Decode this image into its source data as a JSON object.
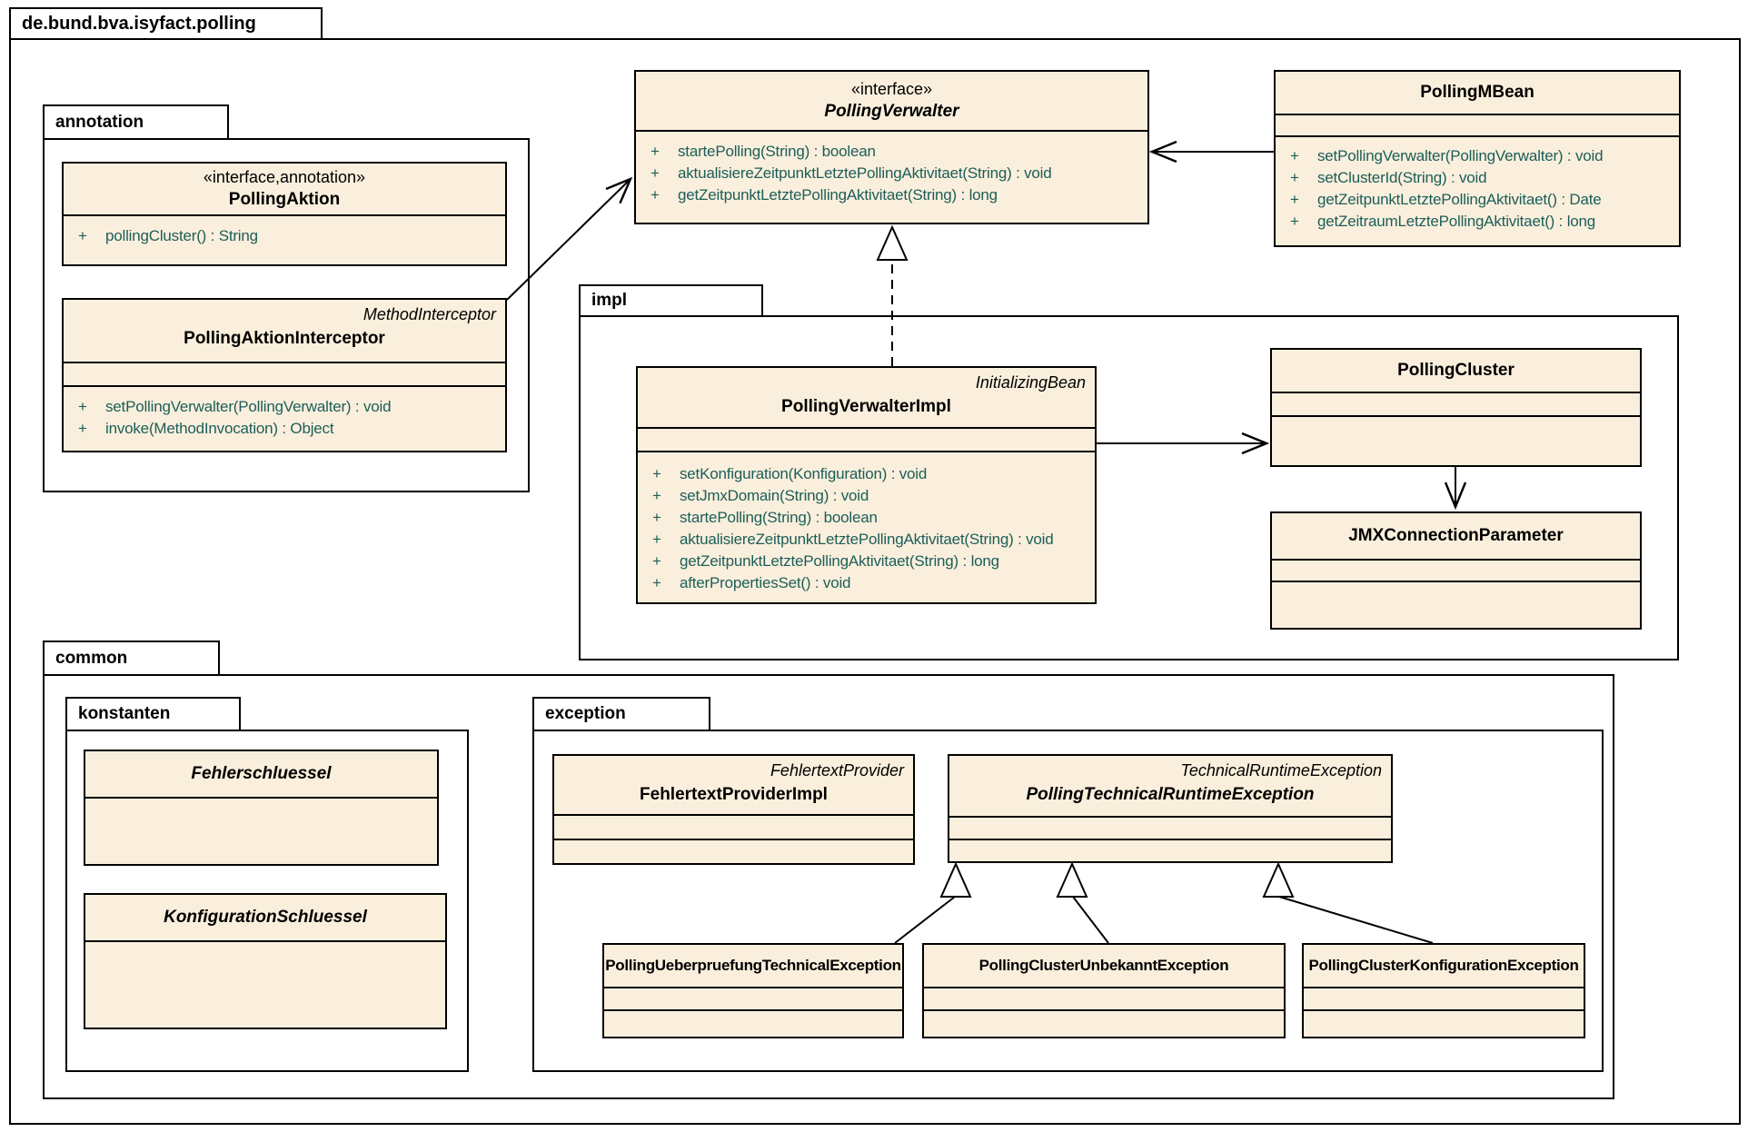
{
  "diagram": {
    "root_package": "de.bund.bva.isyfact.polling",
    "packages": {
      "annotation": "annotation",
      "impl": "impl",
      "common": "common",
      "konstanten": "konstanten",
      "exception": "exception"
    }
  },
  "classes": {
    "pollingVerwalter": {
      "stereotype": "«interface»",
      "name": "PollingVerwalter",
      "methods": [
        {
          "vis": "+",
          "sig": "startePolling(String) : boolean"
        },
        {
          "vis": "+",
          "sig": "aktualisiereZeitpunktLetztePollingAktivitaet(String) : void"
        },
        {
          "vis": "+",
          "sig": "getZeitpunktLetztePollingAktivitaet(String) : long"
        }
      ]
    },
    "pollingMBean": {
      "name": "PollingMBean",
      "methods": [
        {
          "vis": "+",
          "sig": "setPollingVerwalter(PollingVerwalter) : void"
        },
        {
          "vis": "+",
          "sig": "setClusterId(String) : void"
        },
        {
          "vis": "+",
          "sig": "getZeitpunktLetztePollingAktivitaet() : Date"
        },
        {
          "vis": "+",
          "sig": "getZeitraumLetztePollingAktivitaet() : long"
        }
      ]
    },
    "pollingAktion": {
      "stereotype": "«interface,annotation»",
      "name": "PollingAktion",
      "methods": [
        {
          "vis": "+",
          "sig": "pollingCluster() : String"
        }
      ]
    },
    "pollingAktionInterceptor": {
      "supertype": "MethodInterceptor",
      "name": "PollingAktionInterceptor",
      "methods": [
        {
          "vis": "+",
          "sig": "setPollingVerwalter(PollingVerwalter) : void"
        },
        {
          "vis": "+",
          "sig": "invoke(MethodInvocation) : Object"
        }
      ]
    },
    "pollingVerwalterImpl": {
      "supertype": "InitializingBean",
      "name": "PollingVerwalterImpl",
      "methods": [
        {
          "vis": "+",
          "sig": "setKonfiguration(Konfiguration) : void"
        },
        {
          "vis": "+",
          "sig": "setJmxDomain(String) : void"
        },
        {
          "vis": "+",
          "sig": "startePolling(String) : boolean"
        },
        {
          "vis": "+",
          "sig": "aktualisiereZeitpunktLetztePollingAktivitaet(String) : void"
        },
        {
          "vis": "+",
          "sig": "getZeitpunktLetztePollingAktivitaet(String) : long"
        },
        {
          "vis": "+",
          "sig": "afterPropertiesSet() : void"
        }
      ]
    },
    "pollingCluster": {
      "name": "PollingCluster"
    },
    "jmxConnectionParameter": {
      "name": "JMXConnectionParameter"
    },
    "fehlerschluessel": {
      "name": "Fehlerschluessel"
    },
    "konfigurationSchluessel": {
      "name": "KonfigurationSchluessel"
    },
    "fehlertextProviderImpl": {
      "supertype": "FehlertextProvider",
      "name": "FehlertextProviderImpl"
    },
    "pollingTechnicalRuntimeException": {
      "supertype": "TechnicalRuntimeException",
      "name": "PollingTechnicalRuntimeException"
    },
    "pollingUeberpruefungTechnicalException": {
      "name": "PollingUeberpruefungTechnicalException"
    },
    "pollingClusterUnbekanntException": {
      "name": "PollingClusterUnbekanntException"
    },
    "pollingClusterKonfigurationException": {
      "name": "PollingClusterKonfigurationException"
    }
  },
  "relationships": [
    {
      "type": "association",
      "from": "PollingAktionInterceptor",
      "to": "PollingVerwalter"
    },
    {
      "type": "association",
      "from": "PollingMBean",
      "to": "PollingVerwalter"
    },
    {
      "type": "realization",
      "from": "PollingVerwalterImpl",
      "to": "PollingVerwalter"
    },
    {
      "type": "association",
      "from": "PollingVerwalterImpl",
      "to": "PollingCluster"
    },
    {
      "type": "association",
      "from": "PollingCluster",
      "to": "JMXConnectionParameter"
    },
    {
      "type": "generalization",
      "from": "PollingUeberpruefungTechnicalException",
      "to": "PollingTechnicalRuntimeException"
    },
    {
      "type": "generalization",
      "from": "PollingClusterUnbekanntException",
      "to": "PollingTechnicalRuntimeException"
    },
    {
      "type": "generalization",
      "from": "PollingClusterKonfigurationException",
      "to": "PollingTechnicalRuntimeException"
    }
  ],
  "colors": {
    "class_fill": "#faefdc",
    "method_text": "#1c5e5a",
    "line": "#000000",
    "background": "#ffffff"
  }
}
